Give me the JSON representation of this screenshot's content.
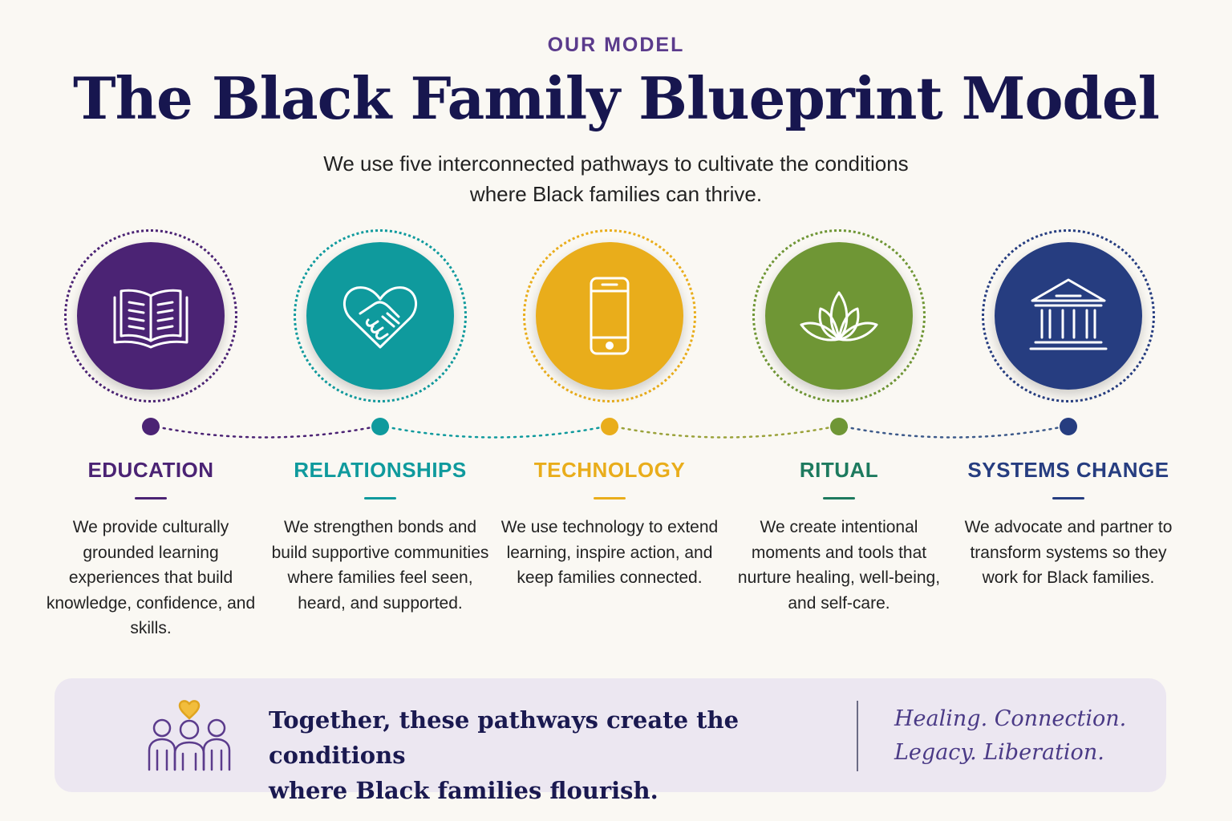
{
  "header": {
    "eyebrow": "OUR MODEL",
    "title": "The Black Family Blueprint Model",
    "subtitle_lines": [
      "We use five interconnected pathways to cultivate the conditions",
      "where Black families can thrive."
    ]
  },
  "pillars": [
    {
      "title": "EDUCATION",
      "icon": "open-book-icon",
      "color": "#4b2374",
      "description": "We provide culturally grounded learning experiences that build knowledge, confidence, and skills."
    },
    {
      "title": "RELATIONSHIPS",
      "icon": "heart-handshake-icon",
      "color": "#0f9a9d",
      "description": "We strengthen bonds and build supportive communities where families feel seen, heard, and supported."
    },
    {
      "title": "TECHNOLOGY",
      "icon": "smartphone-icon",
      "color": "#e9ad1b",
      "description": "We use technology to extend learning, inspire action, and keep families connected."
    },
    {
      "title": "RITUAL",
      "icon": "lotus-icon",
      "color": "#6f9635",
      "description": "We create intentional moments and tools that nurture healing, well-being, and self-care."
    },
    {
      "title": "SYSTEMS CHANGE",
      "icon": "institution-building-icon",
      "color": "#263d80",
      "description": "We advocate and partner to transform systems so they work for Black families."
    }
  ],
  "footer": {
    "icon": "family-heart-icon",
    "statement_lines": [
      "Together, these pathways create the conditions",
      "where Black families flourish."
    ],
    "tagline_lines": [
      "Healing. Connection.",
      "Legacy. Liberation."
    ]
  },
  "colors": {
    "background": "#faf8f3",
    "title": "#17164f",
    "eyebrow": "#5b3b8c",
    "footer_panel": "#ece7f1",
    "ritual_heading": "#1d7a5e"
  }
}
